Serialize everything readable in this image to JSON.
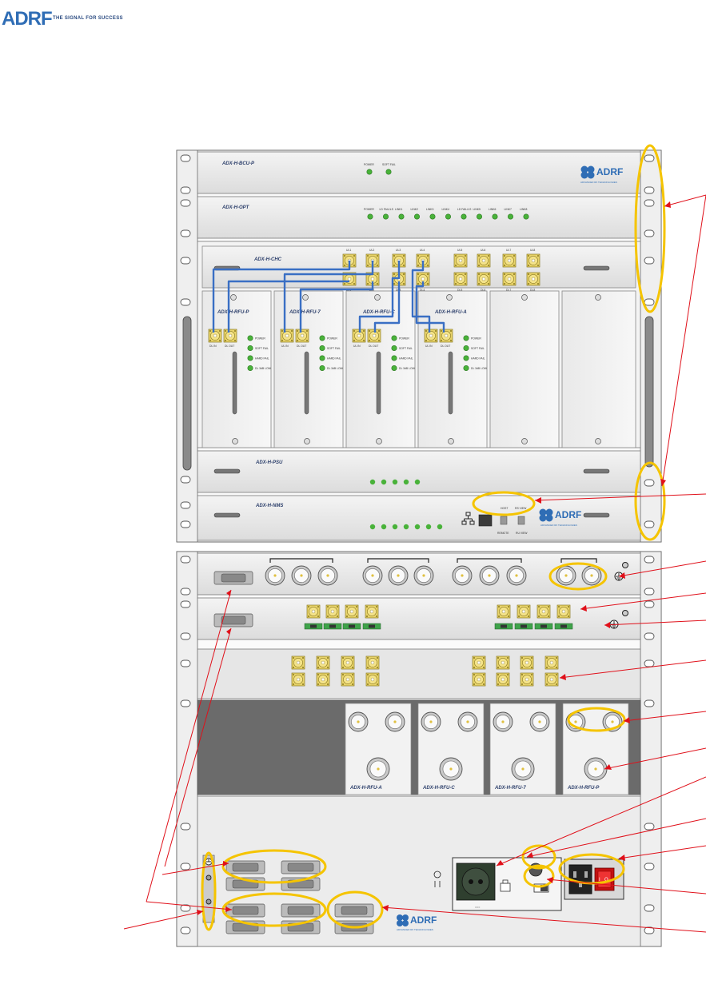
{
  "header": {
    "logo_text": "ADRF",
    "tagline": "THE SIGNAL FOR SUCCESS"
  },
  "modules": {
    "bcu": "ADX-H-BCU-P",
    "opt": "ADX-H-OPT",
    "chc": "ADX-H-CHC",
    "rfu_p": "ADX-H-RFU-P",
    "rfu_7": "ADX-H-RFU-7",
    "rfu_c": "ADX-H-RFU-C",
    "rfu_a": "ADX-H-RFU-A",
    "psu": "ADX-H-PSU",
    "nms": "ADX-H-NMS"
  },
  "bcu_leds": [
    "POWER",
    "SOFT FAIL"
  ],
  "opt_leds": [
    "POWER",
    "LD FAIL/LS",
    "LINK1",
    "LINK2",
    "LINK3",
    "LINK4",
    "LD FAIL/LS",
    "LINK5",
    "LINK6",
    "LINK7",
    "LINK8"
  ],
  "chc_top_ports": [
    "UL1",
    "UL2",
    "UL3",
    "UL4",
    "UL5",
    "UL6",
    "UL7",
    "UL8"
  ],
  "chc_bottom_ports": [
    "DL1",
    "DL2",
    "DL3",
    "DL4",
    "DL5",
    "DL6",
    "DL7",
    "DL8"
  ],
  "rfu_ports": [
    "DL IN",
    "DL OUT"
  ],
  "rfu_ports_alt": [
    "UL IN",
    "DL OUT"
  ],
  "rfu_leds": [
    "POWER",
    "SOFT FAIL",
    "HARD FAIL",
    "DL 3dB LOW"
  ],
  "nms_labels": {
    "host": "HOST",
    "rs_view": "RS VIEW",
    "remote": "REMOTE",
    "ru_view": "RU VIEW"
  },
  "brand_badge": {
    "name": "ADRF",
    "subtitle": "ADVANCED RF TECHNOLOGIES"
  },
  "rear_rfu_labels": [
    "ADX-H-RFU-A",
    "ADX-H-RFU-C",
    "ADX-H-RFU-7",
    "ADX-H-RFU-P"
  ],
  "power_label": "===",
  "switch_marks": [
    "I",
    "O"
  ],
  "colors": {
    "highlight": "#f5c400",
    "callout": "#e0101a",
    "cable": "#3a6fc4",
    "led": "#49b23a",
    "brand": "#2f6db5"
  }
}
